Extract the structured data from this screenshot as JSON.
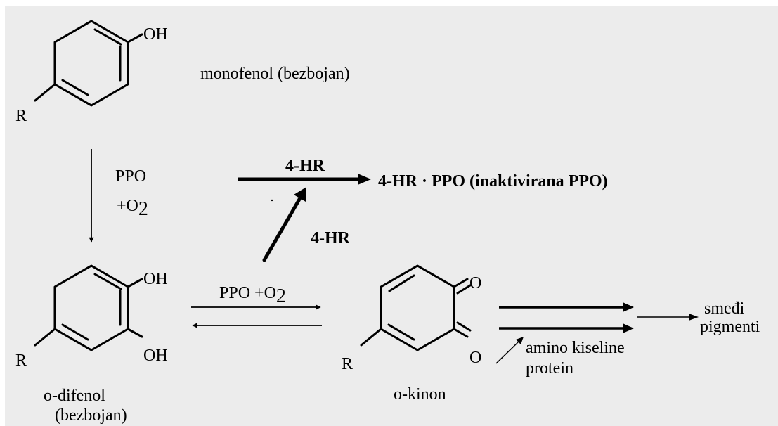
{
  "structures": {
    "monophenol": {
      "substituent_top": "OH",
      "substituent_bottom": "R",
      "label": "monofenol (bezbojan)"
    },
    "diphenol": {
      "substituent_top": "OH",
      "substituent_mid": "OH",
      "substituent_bottom": "R",
      "label_line1": "o-difenol",
      "label_line2": "(bezbojan)"
    },
    "quinone": {
      "substituent_top": "O",
      "substituent_mid": "O",
      "substituent_bottom": "R",
      "label": "o-kinon"
    }
  },
  "reactions": {
    "step1": {
      "label_enzyme": "PPO",
      "label_oxygen_prefix": "+O",
      "label_oxygen_sub": "2"
    },
    "step2": {
      "label_prefix": "PPO +O",
      "label_sub": "2"
    },
    "inhibition": {
      "inhibitor_top": "4-HR",
      "inhibitor_side": "4-HR",
      "product": "4-HR · PPO (inaktivirana PPO)"
    },
    "pigment": {
      "reagent_line1": "amino kiseline",
      "reagent_line2": "protein",
      "product_line1": "smeđi",
      "product_line2": "pigmenti"
    }
  }
}
